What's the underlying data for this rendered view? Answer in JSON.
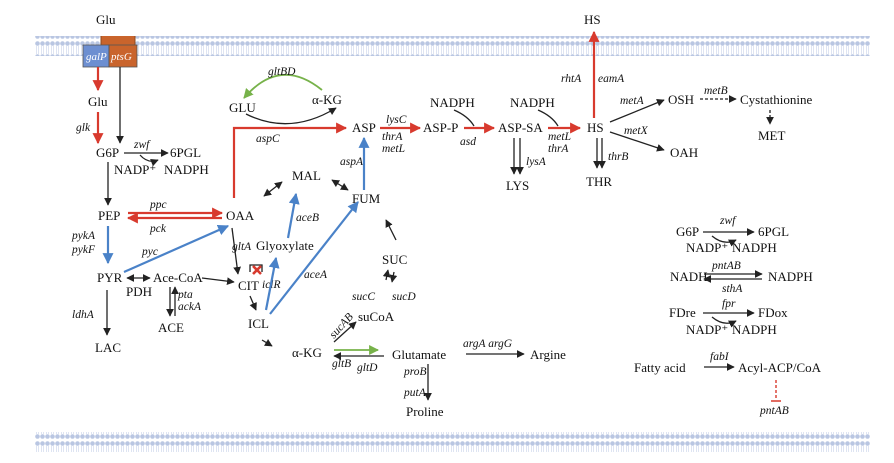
{
  "metabolites": {
    "glu_top": "Glu",
    "glu": "Glu",
    "g6p": "G6P",
    "pgl6": "6PGL",
    "nadp": "NADP⁺",
    "nadph": "NADPH",
    "pep": "PEP",
    "oaa": "OAA",
    "pyr": "PYR",
    "acecoa": "Ace-CoA",
    "pdh": "PDH",
    "ace": "ACE",
    "lac": "LAC",
    "cit": "CIT",
    "icl": "ICL",
    "glyoxylate": "Glyoxylate",
    "mal": "MAL",
    "fum": "FUM",
    "suc": "SUC",
    "succoa": "suCoA",
    "akg": "α-KG",
    "akg_top": "α-KG",
    "glu_mid": "GLU",
    "glutamate": "Glutamate",
    "proline": "Proline",
    "argine": "Argine",
    "asp": "ASP",
    "aspp": "ASP-P",
    "nadph1": "NADPH",
    "nadph2": "NADPH",
    "aspsa": "ASP-SA",
    "lys": "LYS",
    "hs": "HS",
    "hs_top": "HS",
    "thr": "THR",
    "osh": "OSH",
    "oah": "OAH",
    "cystathionine": "Cystathionine",
    "met": "MET",
    "r_g6p": "G6P",
    "r_6pgl": "6PGL",
    "r_nadp1": "NADP⁺",
    "r_nadph1": "NADPH",
    "r_nadh": "NADH",
    "r_nadph2": "NADPH",
    "r_fdre": "FDre",
    "r_fdox": "FDox",
    "r_nadp3": "NADP⁺",
    "r_nadph3": "NADPH",
    "r_fatty": "Fatty acid",
    "r_acyl": "Acyl-ACP/CoA"
  },
  "genes": {
    "galP": "galP",
    "ptsG": "ptsG",
    "glk": "glk",
    "zwf": "zwf",
    "ppc": "ppc",
    "pck": "pck",
    "pykA": "pykA",
    "pykF": "pykF",
    "pyc": "pyc",
    "gltA": "gltA",
    "pta": "pta",
    "ackA": "ackA",
    "ldhA": "ldhA",
    "iclR": "iclR",
    "aceA": "aceA",
    "aceB": "aceB",
    "aspA": "aspA",
    "aspC": "aspC",
    "gltBD": "gltBD",
    "lysC": "lysC",
    "thrA1": "thrA",
    "metL1": "metL",
    "asd": "asd",
    "metL2": "metL",
    "thrA2": "thrA",
    "lysA": "lysA",
    "rhtA": "rhtA",
    "eamA": "eamA",
    "thrB": "thrB",
    "metA": "metA",
    "metX": "metX",
    "metB": "metB",
    "sucC": "sucC",
    "sucD": "sucD",
    "sucAB": "sucAB",
    "gltB": "gltB",
    "gltD": "gltD",
    "argAargG": "argA argG",
    "proB": "proB",
    "putA": "putA",
    "r_zwf": "zwf",
    "r_pntAB": "pntAB",
    "r_sthA": "sthA",
    "r_fpr": "fpr",
    "r_fabI": "fabI",
    "r_pntAB2": "pntAB"
  },
  "colors": {
    "enhanced": "#d83a2e",
    "introduced": "#4a82c8",
    "modified": "#77b24a",
    "galP_box": "#6d8fd1",
    "ptsG_box": "#c9642c",
    "membrane": "#b9c6e2"
  }
}
